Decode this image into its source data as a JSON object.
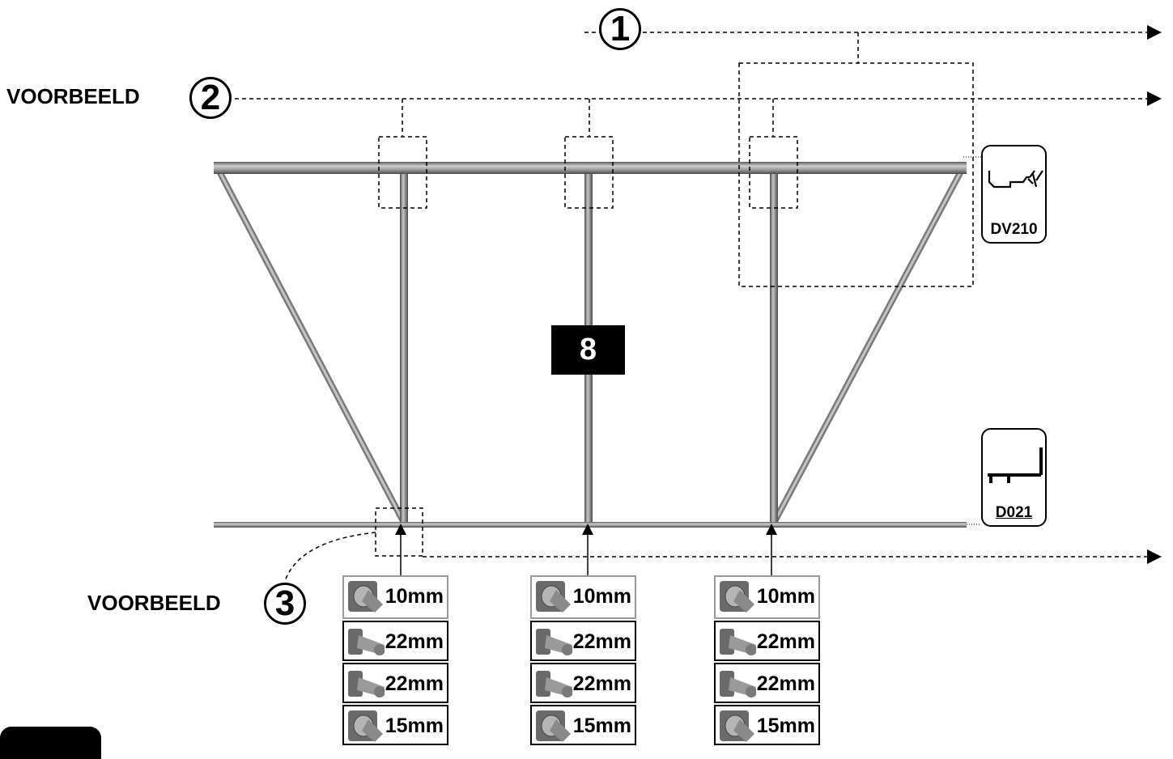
{
  "markers": {
    "one": "1",
    "two": "2",
    "three": "3"
  },
  "labels": {
    "voorbeeld_2": "VOORBEELD",
    "voorbeeld_3": "VOORBEELD"
  },
  "panel_number": "8",
  "profiles": {
    "top": {
      "code": "DV210",
      "icon": "gutter-profile-icon"
    },
    "bottom": {
      "code": "D021",
      "icon": "bottom-profile-icon"
    }
  },
  "screw_columns": [
    {
      "items": [
        {
          "length": "10mm",
          "icon": "short-screw-icon"
        },
        {
          "length": "22mm",
          "icon": "long-screw-icon"
        },
        {
          "length": "22mm",
          "icon": "long-screw-icon"
        },
        {
          "length": "15mm",
          "icon": "short-screw-icon"
        }
      ]
    },
    {
      "items": [
        {
          "length": "10mm",
          "icon": "short-screw-icon"
        },
        {
          "length": "22mm",
          "icon": "long-screw-icon"
        },
        {
          "length": "22mm",
          "icon": "long-screw-icon"
        },
        {
          "length": "15mm",
          "icon": "short-screw-icon"
        }
      ]
    },
    {
      "items": [
        {
          "length": "10mm",
          "icon": "short-screw-icon"
        },
        {
          "length": "22mm",
          "icon": "long-screw-icon"
        },
        {
          "length": "22mm",
          "icon": "long-screw-icon"
        },
        {
          "length": "15mm",
          "icon": "short-screw-icon"
        }
      ]
    }
  ],
  "colors": {
    "frame": "#8a8a8a",
    "frame_dark": "#555555",
    "ink": "#000000"
  }
}
